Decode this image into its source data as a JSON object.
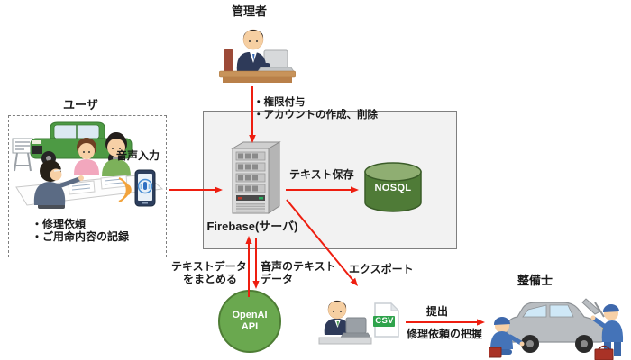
{
  "colors": {
    "arrow_red": "#ee1e10",
    "server_box_fill": "#f2f2f2",
    "server_box_border": "#7f7f7f",
    "nosql_body_green": "#4f7b37",
    "nosql_top_green": "#8fae72",
    "openai_green": "#6aa84f",
    "csv_green": "#2fa34c",
    "car_green": "#4d9a44",
    "text": "#1a1a1a"
  },
  "nodes": {
    "admin": {
      "label": "管理者"
    },
    "user": {
      "label": "ユーザ",
      "voice_input": "音声入力",
      "notes": [
        "・修理依頼",
        "・ご用命内容の記録"
      ]
    },
    "server": {
      "label": "Firebase(サーバ)"
    },
    "admin_actions": [
      "・権限付与",
      "・アカウントの作成、削除"
    ],
    "nosql": {
      "label": "NOSQL"
    },
    "openai": {
      "line1": "OpenAI",
      "line2": "API"
    },
    "csv_file": {
      "label": "CSV"
    },
    "mechanic": {
      "label": "整備士"
    }
  },
  "edges": {
    "text_save": {
      "label": "テキスト保存"
    },
    "export": {
      "label": "エクスポート"
    },
    "collect_text": {
      "line1": "テキストデータ",
      "line2": "をまとめる"
    },
    "voice_text": {
      "line1": "音声のテキスト",
      "line2": "データ"
    },
    "submit": {
      "label": "提出",
      "sublabel": "修理依頼の把握"
    }
  },
  "icons": [
    "admin-person-icon",
    "voice-waves-icon",
    "smartphone-mic-icon",
    "server-tower-icon",
    "database-cylinder-icon",
    "openai-api-icon",
    "csv-file-icon",
    "laptop-person-icon",
    "mechanics-car-icon"
  ]
}
